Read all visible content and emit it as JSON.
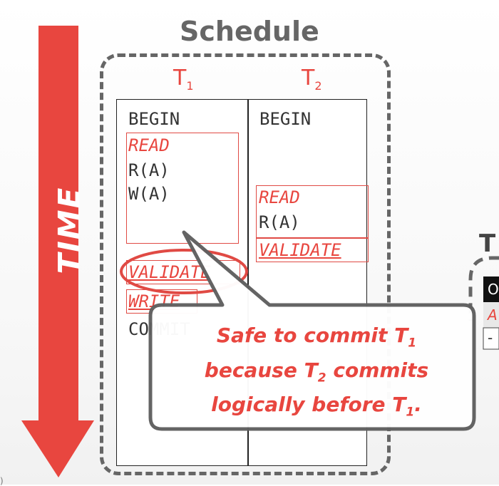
{
  "schedule_title": "Schedule",
  "time_label": "TIME",
  "t1": {
    "name": "T",
    "sub": "1"
  },
  "t2": {
    "name": "T",
    "sub": "2"
  },
  "t1_ops": {
    "begin": "BEGIN",
    "read_phase": "READ",
    "r_a": "R(A)",
    "w_a": "W(A)",
    "validate_phase": "VALIDATE",
    "write_phase": "WRITE",
    "commit": "COMMIT"
  },
  "t2_ops": {
    "begin": "BEGIN",
    "read_phase": "READ",
    "r_a": "R(A)",
    "validate_phase": "VALIDATE"
  },
  "right_table": {
    "title": "T",
    "row1": "O",
    "row2": "A",
    "row3": "-"
  },
  "callout": {
    "line1_a": "Safe to commit T",
    "line1_sub": "1",
    "line2_a": "because T",
    "line2_sub": "2",
    "line2_b": " commits",
    "line3_a": "logically before T",
    "line3_sub": "1",
    "line3_b": "."
  },
  "footer": ")",
  "colors": {
    "accent": "#e8463f",
    "frame": "#666666"
  }
}
